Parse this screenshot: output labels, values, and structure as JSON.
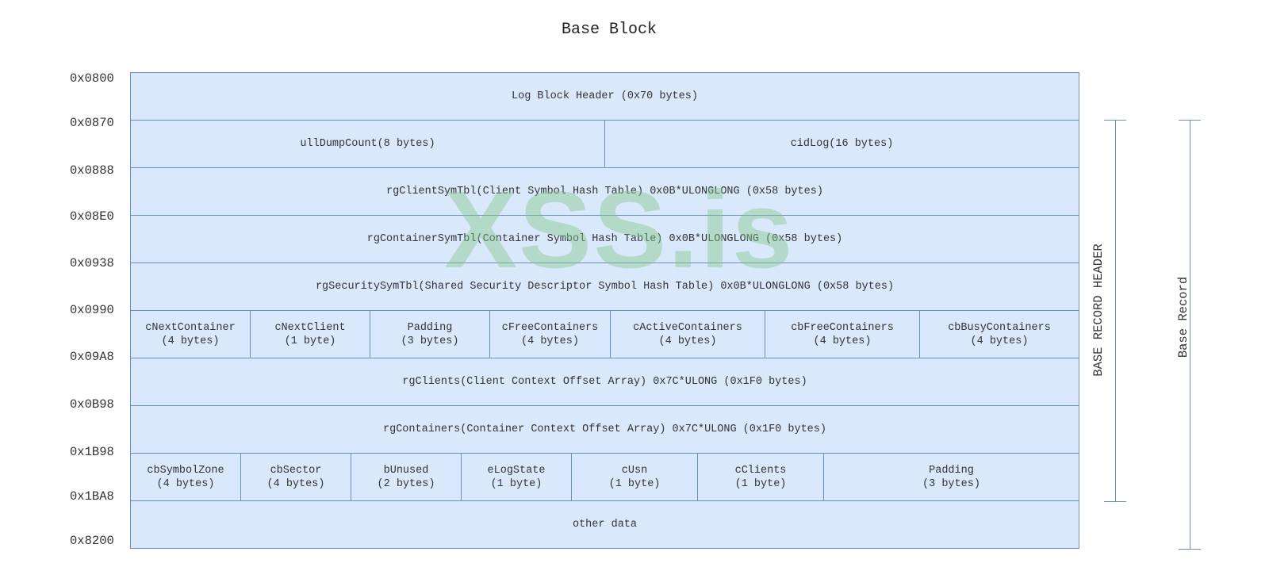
{
  "title": "Base Block",
  "offsets": [
    "0x0800",
    "0x0870",
    "0x0888",
    "0x08E0",
    "0x0938",
    "0x0990",
    "0x09A8",
    "0x0B98",
    "0x1B98",
    "0x1BA8",
    "0x8200"
  ],
  "rows": [
    {
      "cells": [
        {
          "label": "Log Block Header (0x70 bytes)"
        }
      ]
    },
    {
      "cells": [
        {
          "label": "ullDumpCount(8 bytes)"
        },
        {
          "label": "cidLog(16 bytes)"
        }
      ]
    },
    {
      "cells": [
        {
          "label": "rgClientSymTbl(Client Symbol Hash Table) 0x0B*ULONGLONG (0x58 bytes)"
        }
      ]
    },
    {
      "cells": [
        {
          "label": "rgContainerSymTbl(Container Symbol Hash Table) 0x0B*ULONGLONG (0x58 bytes)"
        }
      ]
    },
    {
      "cells": [
        {
          "label": "rgSecuritySymTbl(Shared Security Descriptor Symbol Hash Table) 0x0B*ULONGLONG (0x58 bytes)"
        }
      ]
    },
    {
      "cells": [
        {
          "label": "cNextContainer",
          "size": "(4 bytes)"
        },
        {
          "label": "cNextClient",
          "size": "(1 byte)"
        },
        {
          "label": "Padding",
          "size": "(3 bytes)"
        },
        {
          "label": "cFreeContainers",
          "size": "(4 bytes)"
        },
        {
          "label": "cActiveContainers",
          "size": "(4 bytes)"
        },
        {
          "label": "cbFreeContainers",
          "size": "(4 bytes)"
        },
        {
          "label": "cbBusyContainers",
          "size": "(4 bytes)"
        }
      ]
    },
    {
      "cells": [
        {
          "label": "rgClients(Client Context Offset Array) 0x7C*ULONG (0x1F0 bytes)"
        }
      ]
    },
    {
      "cells": [
        {
          "label": "rgContainers(Container Context Offset Array) 0x7C*ULONG (0x1F0 bytes)"
        }
      ]
    },
    {
      "cells": [
        {
          "label": "cbSymbolZone",
          "size": "(4 bytes)"
        },
        {
          "label": "cbSector",
          "size": "(4 bytes)"
        },
        {
          "label": "bUnused",
          "size": "(2 bytes)"
        },
        {
          "label": "eLogState",
          "size": "(1 byte)"
        },
        {
          "label": "cUsn",
          "size": "(1 byte)"
        },
        {
          "label": "cClients",
          "size": "(1 byte)"
        },
        {
          "label": "Padding",
          "size": "(3 bytes)"
        }
      ]
    },
    {
      "cells": [
        {
          "label": "other data"
        }
      ]
    }
  ],
  "brackets": {
    "base_record_header": "BASE RECORD HEADER",
    "base_record": "Base Record"
  },
  "watermark": "XSS.is",
  "colors": {
    "cell_fill": "#dae8fc",
    "cell_border": "#6c8ebf",
    "watermark": "#82c88c"
  }
}
